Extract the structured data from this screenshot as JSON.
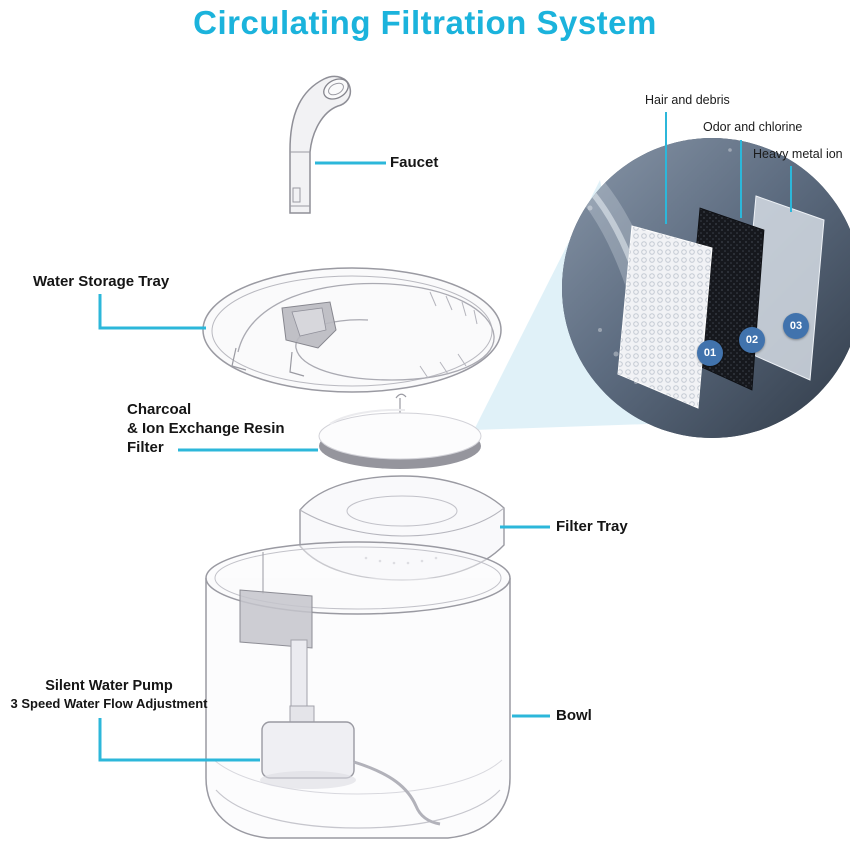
{
  "title": "Circulating Filtration System",
  "colors": {
    "accent_cyan": "#2cb7da",
    "badge_blue": "#4173ad",
    "label_text": "#151515"
  },
  "parts": {
    "faucet": {
      "label": "Faucet"
    },
    "water_storage_tray": {
      "label": "Water Storage Tray"
    },
    "charcoal_filter": {
      "label_lines": [
        "Charcoal",
        "& Ion Exchange Resin",
        "Filter"
      ]
    },
    "filter_tray": {
      "label": "Filter Tray"
    },
    "pump": {
      "label": "Silent Water Pump",
      "sublabel": "3 Speed Water Flow Adjustment"
    },
    "bowl": {
      "label": "Bowl"
    }
  },
  "inset": {
    "layers": [
      {
        "number": "01",
        "label": "Hair and debris"
      },
      {
        "number": "02",
        "label": "Odor and chlorine"
      },
      {
        "number": "03",
        "label": "Heavy metal ion"
      }
    ]
  }
}
